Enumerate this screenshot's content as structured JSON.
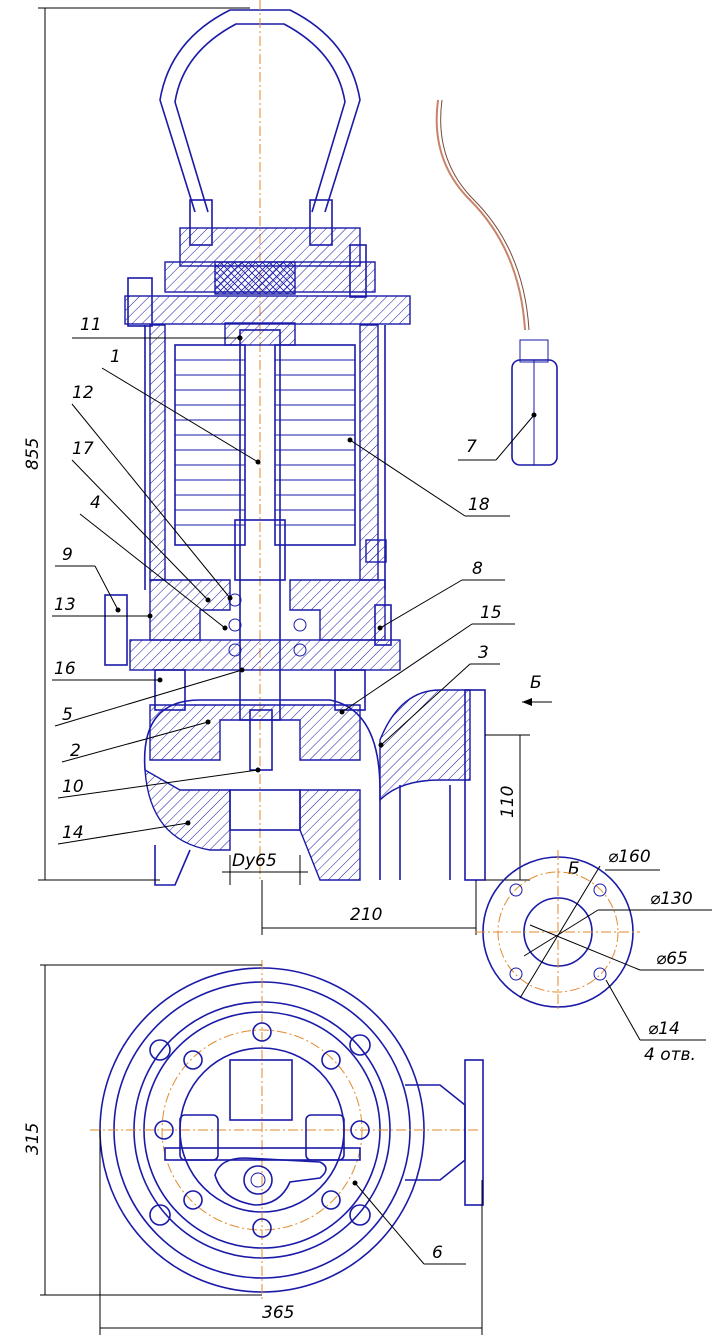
{
  "dimensions": {
    "overall_height": "855",
    "outlet_height": "110",
    "outlet_offset": "210",
    "base_width": "365",
    "base_depth": "315",
    "outlet_dn": "Dy65",
    "section_label_top": "Б",
    "section_label_view": "Б",
    "flange_outer": "⌀160",
    "flange_bolt_circle": "⌀130",
    "flange_bore": "⌀65",
    "flange_holes_dia": "⌀14",
    "flange_holes_count": "4 отв."
  },
  "parts": {
    "p1": "1",
    "p2": "2",
    "p3": "3",
    "p4": "4",
    "p5": "5",
    "p6": "6",
    "p7": "7",
    "p8": "8",
    "p9": "9",
    "p10": "10",
    "p11": "11",
    "p12": "12",
    "p13": "13",
    "p14": "14",
    "p15": "15",
    "p16": "16",
    "p17": "17",
    "p18": "18"
  },
  "colors": {
    "outline": "#1a1aa8",
    "centerline": "#e38a2c",
    "cable": "#c9836a",
    "dimension": "#000000"
  }
}
